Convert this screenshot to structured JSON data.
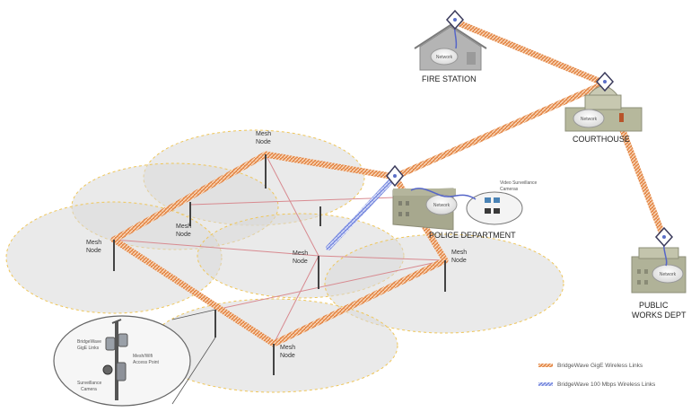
{
  "buildings": {
    "fire_station": "FIRE STATION",
    "courthouse": "COURTHOUSE",
    "police": "POLICE DEPARTMENT",
    "public_works_line1": "PUBLIC",
    "public_works_line2": "WORKS DEPT"
  },
  "network_label": "Network",
  "mesh_node": {
    "line1": "Mesh",
    "line2": "Node"
  },
  "cameras_label": {
    "line1": "Video Surveillance",
    "line2": "Cameras"
  },
  "inset": {
    "bw_links_line1": "BridgeWave",
    "bw_links_line2": "GigE Links",
    "mesh_ap_line1": "Mesh/Wifi",
    "mesh_ap_line2": "Access Point",
    "camera_line1": "Surveillance",
    "camera_line2": "Camera"
  },
  "legend": {
    "gige": "BridgeWave GigE Wireless Links",
    "mbps": "BridgeWave 100 Mbps Wireless Links"
  },
  "colors": {
    "gige_link": "#f0a070",
    "mbps_link": "#8c9be6",
    "coverage_fill": "#dddddd",
    "coverage_stroke": "#f0c860",
    "mesh_line": "#d88a90"
  }
}
